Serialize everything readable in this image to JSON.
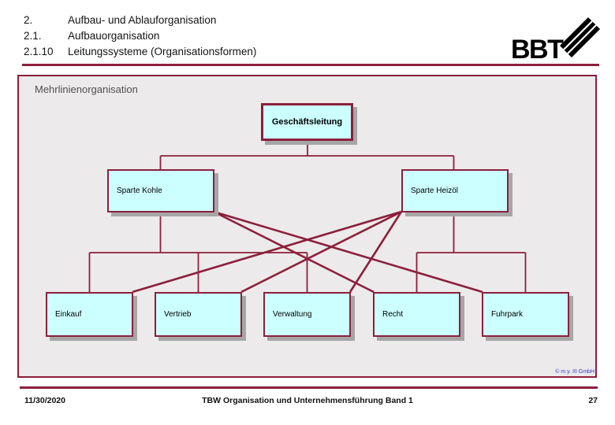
{
  "header": {
    "items": [
      {
        "num": "2.",
        "text": "Aufbau- und Ablauforganisation"
      },
      {
        "num": "2.1.",
        "text": "Aufbauorganisation"
      },
      {
        "num": "2.1.10",
        "text": "Leitungssysteme (Organisationsformen)"
      }
    ]
  },
  "logo": {
    "text": "BBT"
  },
  "diagram": {
    "title": "Mehrlinienorganisation",
    "nodes": {
      "root": "Geschäftsleitung",
      "division_left": "Sparte Kohle",
      "division_right": "Sparte Heizöl",
      "departments": [
        "Einkauf",
        "Vertrieb",
        "Verwaltung",
        "Recht",
        "Fuhrpark"
      ]
    },
    "tree_edges": [
      [
        "Geschäftsleitung",
        "Sparte Kohle"
      ],
      [
        "Geschäftsleitung",
        "Sparte Heizöl"
      ],
      [
        "Sparte Kohle",
        "Einkauf"
      ],
      [
        "Sparte Kohle",
        "Vertrieb"
      ],
      [
        "Sparte Kohle",
        "Verwaltung"
      ],
      [
        "Sparte Heizöl",
        "Recht"
      ],
      [
        "Sparte Heizöl",
        "Fuhrpark"
      ]
    ],
    "cross_edges": [
      [
        "Sparte Kohle",
        "Recht"
      ],
      [
        "Sparte Kohle",
        "Fuhrpark"
      ],
      [
        "Sparte Heizöl",
        "Einkauf"
      ],
      [
        "Sparte Heizöl",
        "Vertrieb"
      ],
      [
        "Sparte Heizöl",
        "Verwaltung"
      ]
    ]
  },
  "copyright": "© m.y. ✉ GmbH",
  "footer": {
    "date": "11/30/2020",
    "book_title": "TBW Organisation und Unternehmensführung Band 1",
    "page": "27"
  },
  "colors": {
    "accent": "#8C1F3D",
    "node_fill": "#CCFFFF",
    "node_shadow": "#A6A6A6",
    "frame_bg": "#ECEAEA",
    "copyright_blue": "#3A3ACC"
  }
}
